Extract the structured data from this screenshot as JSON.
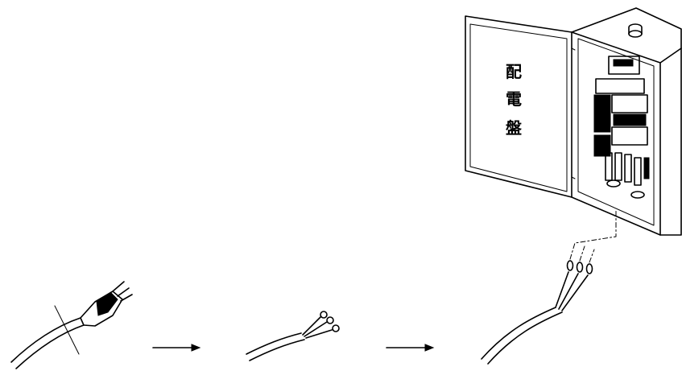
{
  "panel": {
    "label_chars": [
      "配",
      "電",
      "盤"
    ]
  },
  "steps": [
    {
      "id": "plug-cord",
      "description_key": "cut-plug"
    },
    {
      "id": "crimped-cord"
    },
    {
      "id": "connected-cord"
    }
  ],
  "colors": {
    "line": "#000000",
    "background": "#ffffff"
  }
}
